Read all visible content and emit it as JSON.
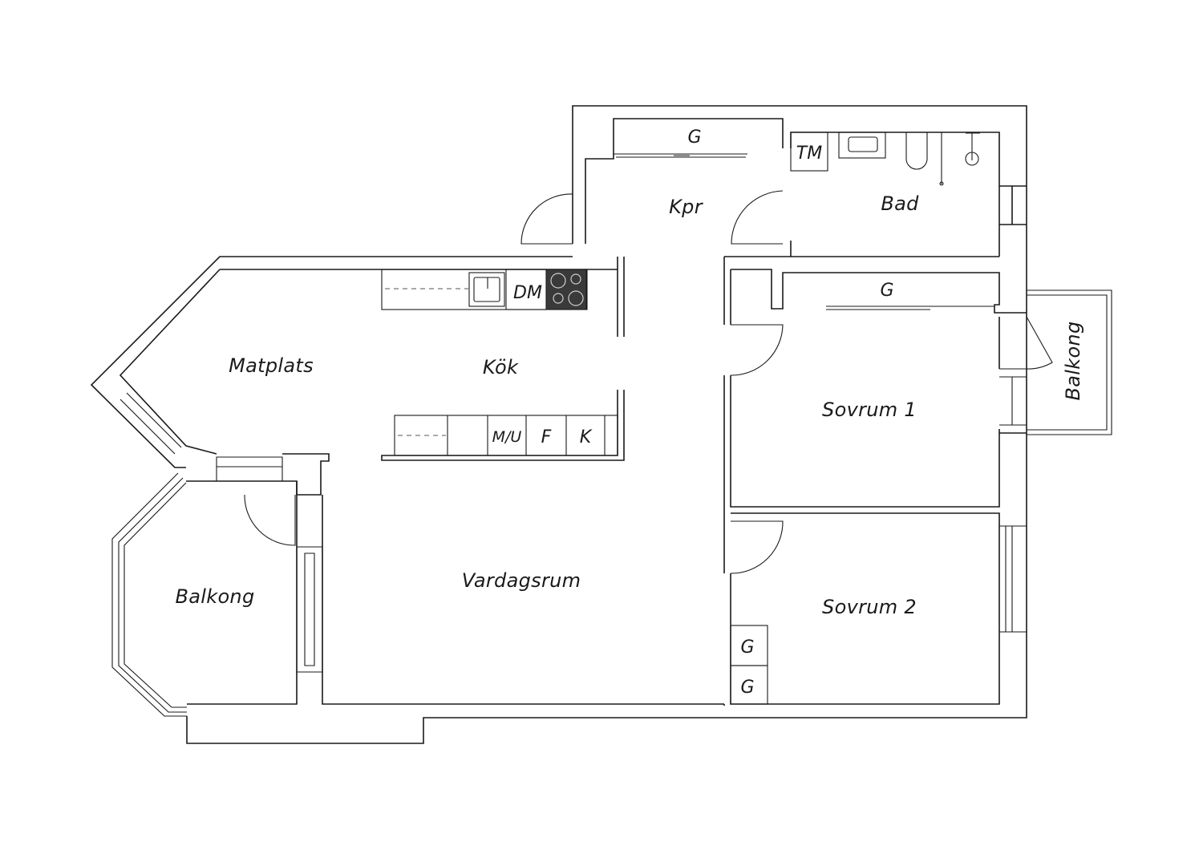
{
  "rooms": {
    "kpr": "Kpr",
    "bad": "Bad",
    "matplats": "Matplats",
    "kok": "Kök",
    "sovrum1": "Sovrum 1",
    "sovrum2": "Sovrum 2",
    "vardagsrum": "Vardagsrum",
    "balkong_left": "Balkong",
    "balkong_right": "Balkong"
  },
  "fixtures": {
    "wardrobe_kpr": "G",
    "wardrobe_sovrum1": "G",
    "wardrobe_sovrum2_a": "G",
    "wardrobe_sovrum2_b": "G",
    "washing_machine": "TM",
    "dishwasher": "DM",
    "microwave_oven": "M/U",
    "freezer": "F",
    "fridge": "K"
  },
  "colors": {
    "line": "#1a1a1a",
    "stove": "#3a3a3a",
    "background": "#ffffff"
  }
}
